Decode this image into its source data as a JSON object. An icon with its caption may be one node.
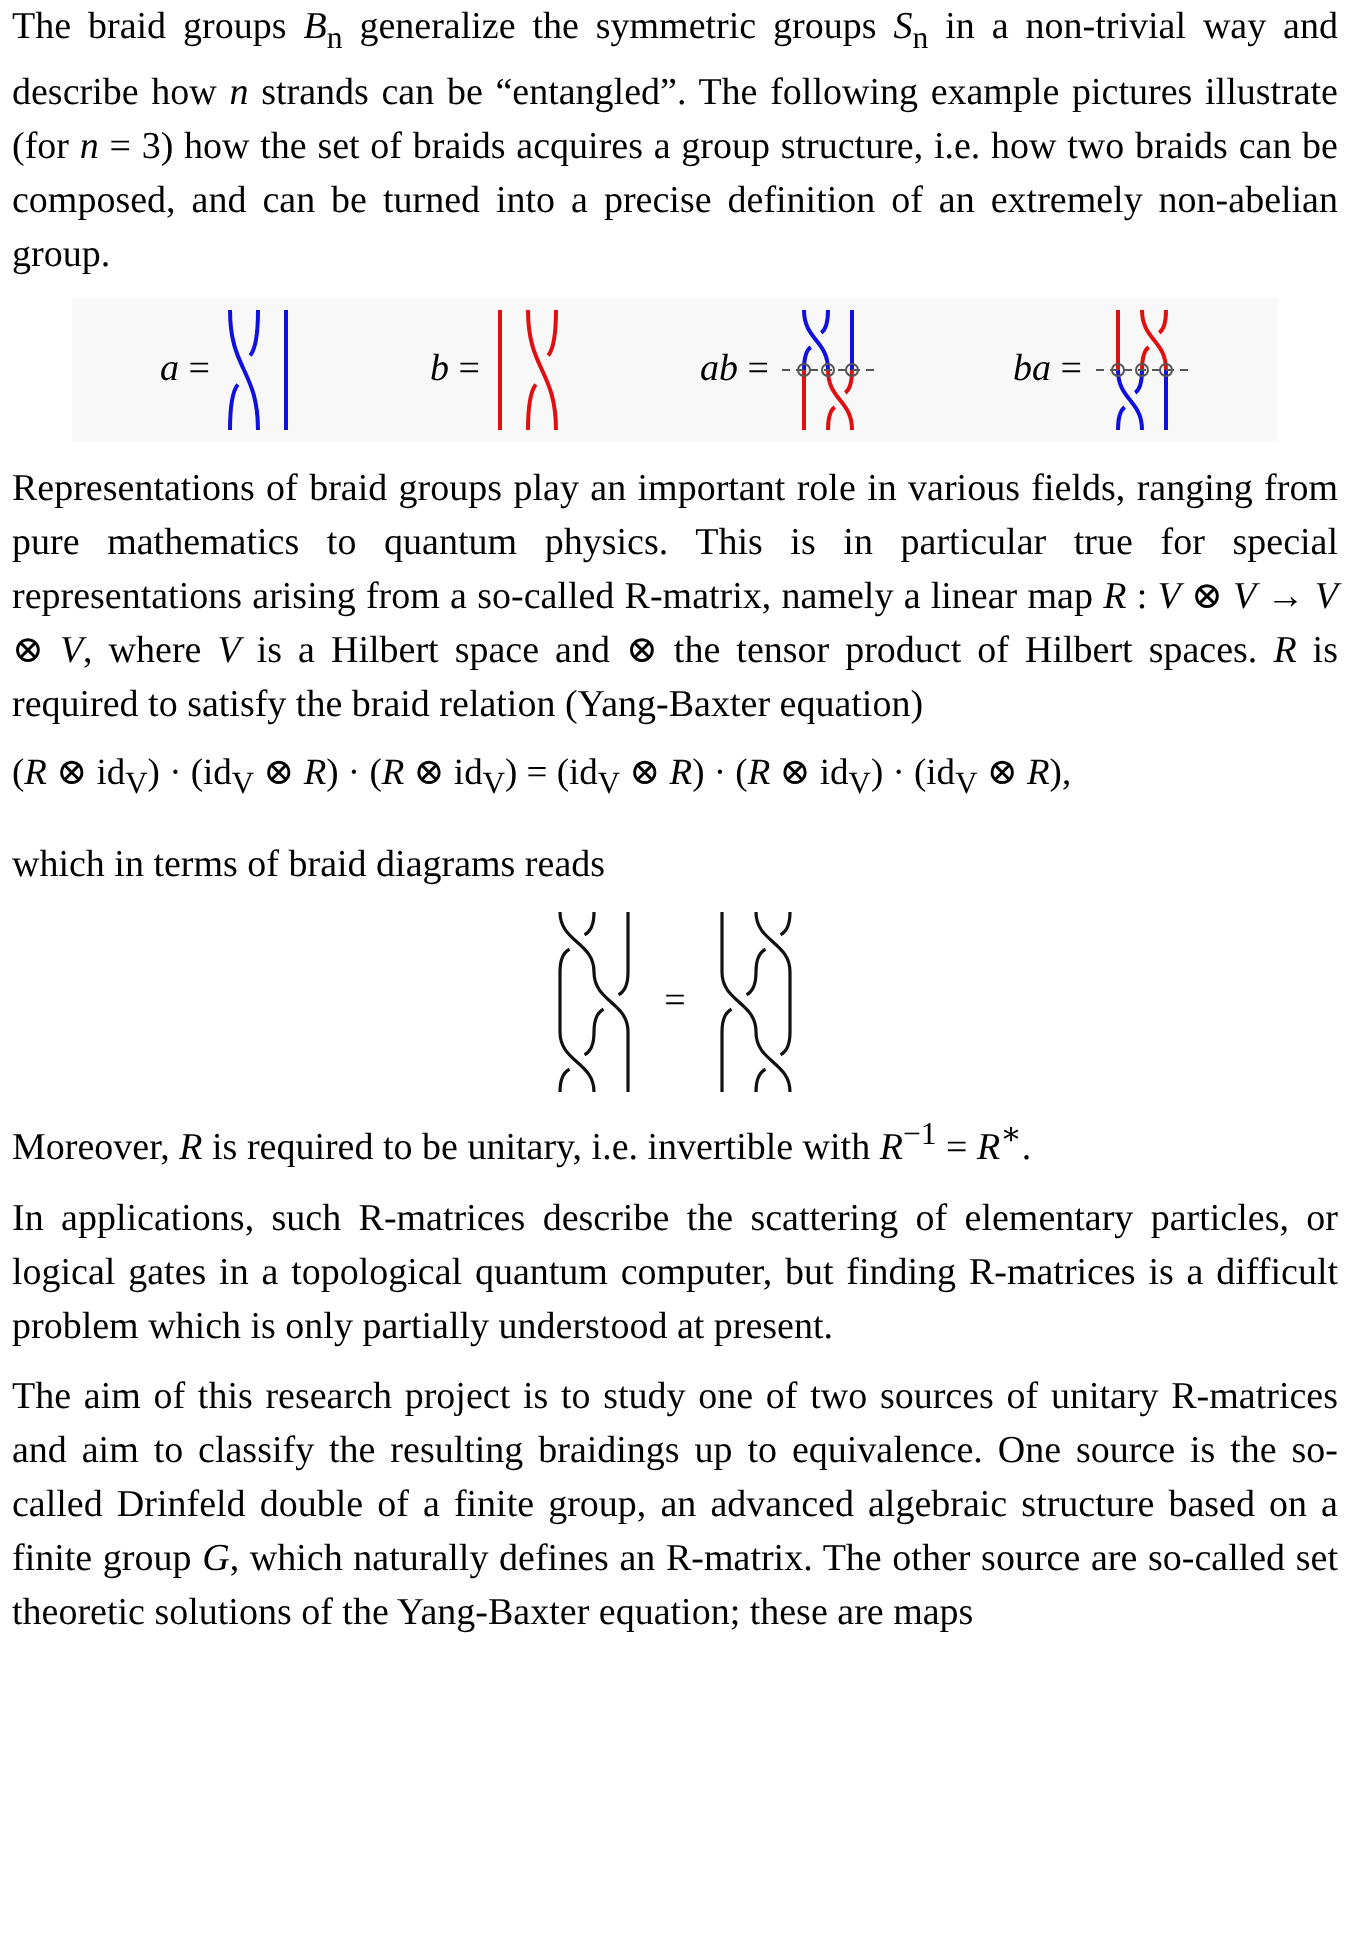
{
  "diagram": {
    "labels": [
      "The braid groups *B*$_{n}$ generalize the symmetric groups *S*$_{n}$ in a non-trivial way and describe how *n* strands can be “entangled”. The following example pictures illustrate (for *n* = 3) how the set of braids acquires a group structure, i.e. how two braids can be composed, and can be turned into a precise definition of an extremely non-abelian group.",
      "*a* =",
      "*b* =",
      "*ab* =",
      "*ba* =",
      "Representations of braid groups play an important role in various fields, ranging from pure mathematics to quantum physics. This is in particular true for special representations arising from a so-called R-matrix, namely a linear map *R* : *V* ⊗ *V* → *V* ⊗ *V*, where *V* is a Hilbert space and ⊗ the tensor product of Hilbert spaces. *R* is required to satisfy the braid relation (Yang-Baxter equation)",
      "(*R* ⊗ id$_{V}$) · (id$_{V}$ ⊗ *R*) · (*R* ⊗ id$_{V}$) = (id$_{V}$ ⊗ *R*) · (*R* ⊗ id$_{V}$) · (id$_{V}$ ⊗ *R*),",
      "which in terms of braid diagrams reads",
      "=",
      "Moreover, *R* is required to be unitary, i.e. invertible with *R*$^{−1}$ = *R*$^{∗}$.",
      "In applications, such R-matrices describe the scattering of elementary particles, or logical gates in a topological quantum computer, but finding R-matrices is a difficult problem which is only partially understood at present.",
      "The aim of this research project is to study one of two sources of unitary R-matrices and aim to classify the resulting braidings up to equivalence. One source is the so-called Drinfeld double of a finite group, an advanced algebraic structure based on a finite group *G*, which naturally defines an R-matrix. The other source are so-called set theoretic solutions of the Yang-Baxter equation; these are maps"
    ]
  }
}
